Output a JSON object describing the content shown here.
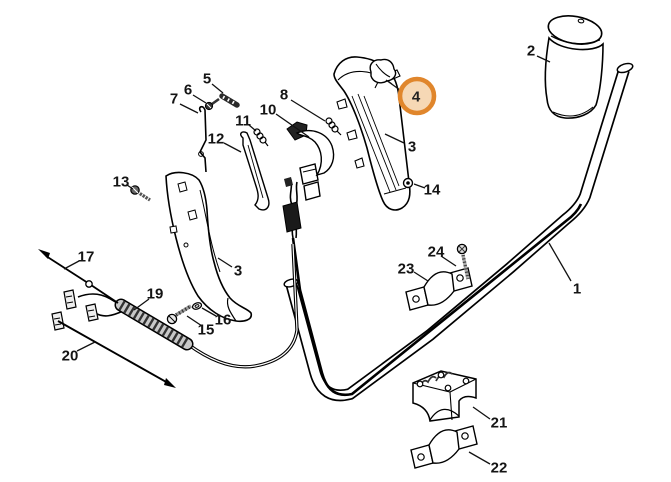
{
  "diagram": {
    "type": "exploded-parts-diagram",
    "background_color": "#ffffff",
    "ink_color": "#000000",
    "highlight": {
      "selected_part": "4",
      "ring_color": "#e0862c",
      "fill_color": "#f6d8b5"
    },
    "callouts": [
      {
        "part": "1"
      },
      {
        "part": "2"
      },
      {
        "part": "3"
      },
      {
        "part": "4"
      },
      {
        "part": "5"
      },
      {
        "part": "6"
      },
      {
        "part": "7"
      },
      {
        "part": "8"
      },
      {
        "part": "10"
      },
      {
        "part": "11"
      },
      {
        "part": "12"
      },
      {
        "part": "13"
      },
      {
        "part": "14"
      },
      {
        "part": "3"
      },
      {
        "part": "15"
      },
      {
        "part": "16"
      },
      {
        "part": "17"
      },
      {
        "part": "19"
      },
      {
        "part": "20"
      },
      {
        "part": "21"
      },
      {
        "part": "22"
      },
      {
        "part": "23"
      },
      {
        "part": "24"
      }
    ]
  }
}
